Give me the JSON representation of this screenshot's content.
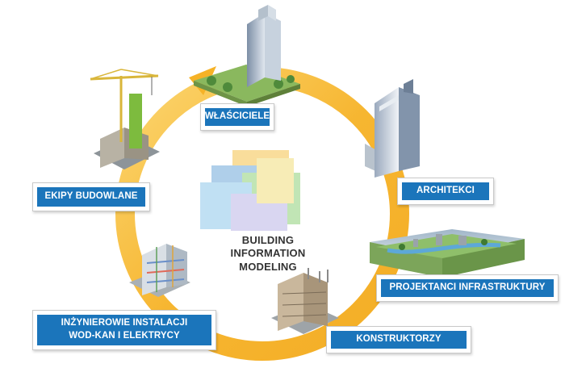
{
  "center": {
    "lines": [
      "BUILDING",
      "INFORMATION",
      "MODELING"
    ]
  },
  "roles": {
    "owners": "WŁAŚCICIELE",
    "architects": "ARCHITEKCI",
    "infrastructure": "PROJEKTANCI INFRASTRUKTURY",
    "structural": "KONSTRUKTORZY",
    "mep_line1": "INŻYNIEROWIE INSTALACJI",
    "mep_line2": "WOD-KAN I ELEKTRYCY",
    "builders": "EKIPY BUDOWLANE"
  },
  "colors": {
    "label_fill": "#1b75bb",
    "arrow": "#f6b226",
    "label_text": "#ffffff"
  }
}
